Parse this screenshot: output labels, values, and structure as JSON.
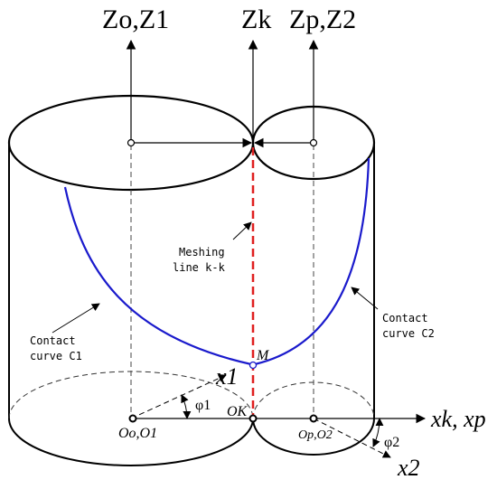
{
  "labels": {
    "z_o_z1": "Zo,Z1",
    "z_k": "Zk",
    "z_p_z2": "Zp,Z2",
    "x_k_x_p": "xk, xp",
    "x1": "x1",
    "x2": "x2",
    "phi1": "φ1",
    "phi2": "φ2",
    "o_o_o1": "Oo,O1",
    "o_k": "OK",
    "o_p_o2": "Op,O2",
    "m": "M",
    "meshing_line_1": "Meshing",
    "meshing_line_2": "line k-k",
    "contact_c1_1": "Contact",
    "contact_c1_2": "curve C1",
    "contact_c2_1": "Contact",
    "contact_c2_2": "curve C2"
  },
  "colors": {
    "contact_curve": "#1a1acc",
    "meshing_line": "#e02020",
    "outline": "#000000"
  }
}
